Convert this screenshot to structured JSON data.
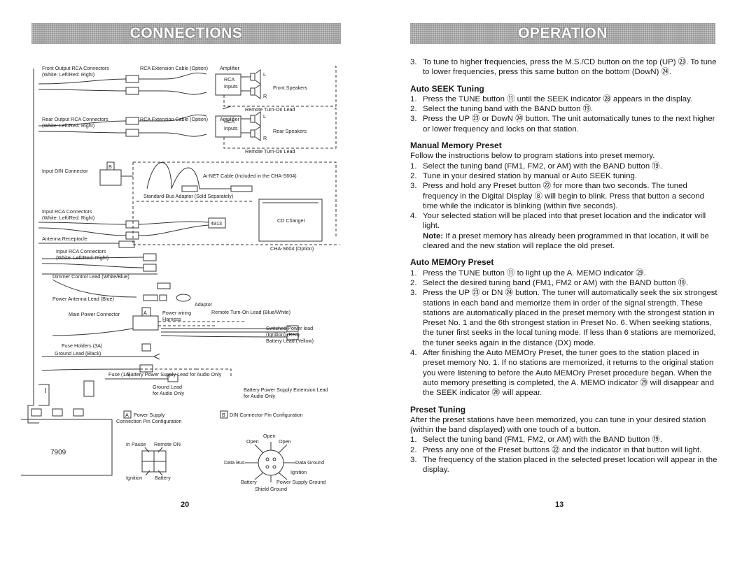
{
  "left_page": {
    "banner": "CONNECTIONS",
    "page_number": "20",
    "labels": {
      "front_output": "Front Output RCA Connectors",
      "front_output_sub": "(White: Left/Red: Right)",
      "rca_ext_1": "RCA Extension Cable (Option)",
      "amplifier_1": "Amplifier",
      "rca_inputs_1a": "RCA",
      "rca_inputs_1b": "Inputs",
      "front_speakers": "Front Speakers",
      "remote_turn_on_1": "Remote Turn-On Lead",
      "rear_output": "Rear Output RCA Connectors",
      "rear_output_sub": "(White: Left/Red: Right)",
      "rca_ext_2": "RCA Extension Cable (Option)",
      "amplifier_2": "Amplifier",
      "rca_inputs_2a": "RCA",
      "rca_inputs_2b": "Inputs",
      "rear_speakers": "Rear Speakers",
      "remote_turn_on_2": "Remote Turn-On Lead",
      "l": "L",
      "r": "R",
      "b_box": "B",
      "a_box": "A",
      "input_din": "Input DIN Connector",
      "ai_net": "Ai-NET Cable (Included in the CHA-S604)",
      "standard_bus": "Standard-Bus Adaptor (Sold Separately)",
      "input_rca": "Input RCA Connectors",
      "input_rca_sub": "(White: Left/Red: Right)",
      "model_4913": "4913",
      "cd_changer": "CD Changer",
      "cha_s604": "CHA-S604 (Option)",
      "antenna": "Antenna Receptacle",
      "input_rca_2": "Input RCA Connectors",
      "input_rca_2_sub": "(White: Left/Red: Right)",
      "dimmer": "Dimmer Control Lead (White/Blue)",
      "power_antenna": "Power Antenna Lead (Blue)",
      "adaptor": "Adaptor",
      "main_power": "Main Power Connector",
      "power_wiring": "Power wiring",
      "harness": "Harness",
      "remote_turn_on_3": "Remote Turn-On Lead (Blue/White)",
      "switched_power": "Switched Power lead",
      "ignition_red": "(Ignition) (Red)",
      "battery_lead": "Battery Lead (Yellow)",
      "fuse_holders": "Fuse Holders (3A)",
      "ground_lead": "Ground Lead (Black)",
      "fuse_1a": "Fuse (1A)",
      "battery_power_audio": "Battery Power Supply Lead for Audio Only",
      "ground_lead_audio_1": "Ground Lead",
      "ground_lead_audio_2": "for Audio Only",
      "battery_ext_1": "Battery Power Supply Extension Lead",
      "battery_ext_2": "for Audio Only",
      "model_7909": "7909",
      "a_power_supply": "Power Supply",
      "connection_pin": "Connection Pin Configuration",
      "b_din": "DIN Connector Pin Configuration",
      "in_pause": "In Pause",
      "remote_on": "Remote ON",
      "ignition": "Ignition",
      "battery": "Battery",
      "open_top": "Open",
      "open_left": "Open",
      "open_right": "Open",
      "data_bus": "Data Bus",
      "data_ground": "Data Ground",
      "ignition_2": "Ignition",
      "battery_2": "Battery",
      "power_supply_ground": "Power Supply Ground",
      "shield_ground": "Shield Ground"
    }
  },
  "right_page": {
    "banner": "OPERATION",
    "page_number": "13",
    "intro": {
      "num": "3.",
      "text": "To tune to higher frequencies, press the M.S./CD button on the top (UP) ㉓. To tune to lower frequencies, press this same button on the bottom (DowN) ㉔."
    },
    "sections": {
      "auto_seek": {
        "heading": "Auto SEEK Tuning",
        "items": [
          {
            "num": "1.",
            "text": "Press the TUNE button ⑪ until the SEEK indicator ㉘ appears in the display."
          },
          {
            "num": "2.",
            "text": "Select the tuning band with the BAND button ⑲."
          },
          {
            "num": "3.",
            "text": "Press the UP ㉓ or DowN ㉔ button. The unit automatically tunes to the next higher or lower frequency and locks on that station."
          }
        ]
      },
      "manual_memory": {
        "heading": "Manual Memory Preset",
        "intro": "Follow the instructions below to program stations into preset memory.",
        "items": [
          {
            "num": "1.",
            "text": "Select the tuning band (FM1, FM2, or AM) with the BAND button ⑲."
          },
          {
            "num": "2.",
            "text": "Tune in your desired station by manual or Auto SEEK tuning."
          },
          {
            "num": "3.",
            "text": "Press and hold any Preset button ㉒ for more than two seconds. The tuned frequency in the Digital Display ⑧ will begin to blink. Press that button a second time while the indicator is blinking (within five seconds)."
          },
          {
            "num": "4.",
            "text": "Your selected station will be placed into that preset location and the indicator will light."
          }
        ],
        "note_label": "Note:",
        "note_text": "If a preset memory has already been programmed in that location, it will be cleared and the new station will replace the old preset."
      },
      "auto_memory": {
        "heading": "Auto MEMOry Preset",
        "items": [
          {
            "num": "1.",
            "text": "Press the TUNE button ⑪ to light up the A. MEMO indicator ㉙."
          },
          {
            "num": "2.",
            "text": "Select the desired tuning band (FM1, FM2 or AM) with the BAND button ⑱."
          },
          {
            "num": "3.",
            "text": "Press the UP ㉓ or DN ㉔ button. The tuner will automatically seek the six strongest stations in each band and memorize them in order of the signal strength. These stations are automatically placed in the preset memory with the strongest station in Preset No. 1 and the 6th strongest station in Preset No. 6. When seeking stations, the tuner first seeks in the local tuning mode. If less than 6 stations are memorized, the tuner seeks again in the distance (DX) mode."
          },
          {
            "num": "4.",
            "text": "After finishing the Auto MEMOry Preset, the tuner goes to the station placed in preset memory No. 1. If no stations are memorized, it returns to the original station you were listening to before the Auto MEMOry Preset procedure began. When the auto memory presetting is completed, the A. MEMO indicator ㉙ will disappear and the SEEK indicator ㉘ will appear."
          }
        ]
      },
      "preset_tuning": {
        "heading": "Preset Tuning",
        "intro": "After the preset stations have been memorized, you can tune in your desired station (within the band displayed) with one touch of a button.",
        "items": [
          {
            "num": "1.",
            "text": "Select the tuning band (FM1, FM2, or AM) with the BAND button ⑲."
          },
          {
            "num": "2.",
            "text": "Press any one of the Preset buttons ㉒ and the indicator in that button will light."
          },
          {
            "num": "3.",
            "text": "The frequency of the station placed in the selected preset location will appear in the display."
          }
        ]
      }
    }
  }
}
